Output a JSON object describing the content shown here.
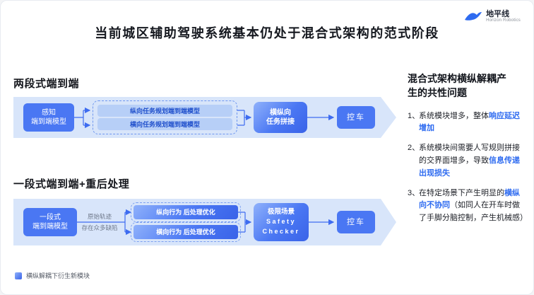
{
  "slide": {
    "title": "当前城区辅助驾驶系统基本仍处于混合式架构的范式阶段"
  },
  "logo": {
    "name": "地平线",
    "sub": "Horizon Robotics",
    "icon": "horizon-wing-icon"
  },
  "flow1": {
    "heading": "两段式端到端",
    "perception": "感知\n端到端模型",
    "longitudinal": "纵向任务规划端到端模型",
    "lateral": "横向任务规划端到端模型",
    "stitch": "横纵向\n任务拼接",
    "control": "控车"
  },
  "flow2": {
    "heading": "一段式端到端+重后处理",
    "model": "一段式\n端到端模型",
    "note": "原始轨迹\n存在众多缺陷",
    "longitudinal": "纵向行为 后处理优化",
    "lateral": "横向行为 后处理优化",
    "checker_cn": "极限场景",
    "checker_en": "Safety\nChecker",
    "control": "控车"
  },
  "legend": {
    "swatch_icon": "new-module-swatch",
    "label": "横纵解耦下衍生新模块"
  },
  "problems": {
    "heading": "混合式架构横纵解耦产生的共性问题",
    "items": [
      {
        "num": "1、",
        "pre": "系统模块增多，整体",
        "highlight": "响应延迟增加",
        "post": ""
      },
      {
        "num": "2、",
        "pre": "系统模块间需要人写规则拼接的交界面增多，导致",
        "highlight": "信息传递出现损失",
        "post": ""
      },
      {
        "num": "3、",
        "pre": "在特定场景下产生明显的",
        "highlight": "横纵向不协同",
        "post": "（如同人在开车时做了手脚分脑控制，产生机械感）"
      }
    ]
  },
  "colors": {
    "accent_blue": "#3e6cf0",
    "band_blue": "#d8e5fa",
    "solid_box_blue": "#4a77f3",
    "light_box_blue": "#b7cff7",
    "light_box_text": "#2050cc",
    "highlight_text": "#2e6bf0",
    "note_gray": "#707a8c"
  }
}
